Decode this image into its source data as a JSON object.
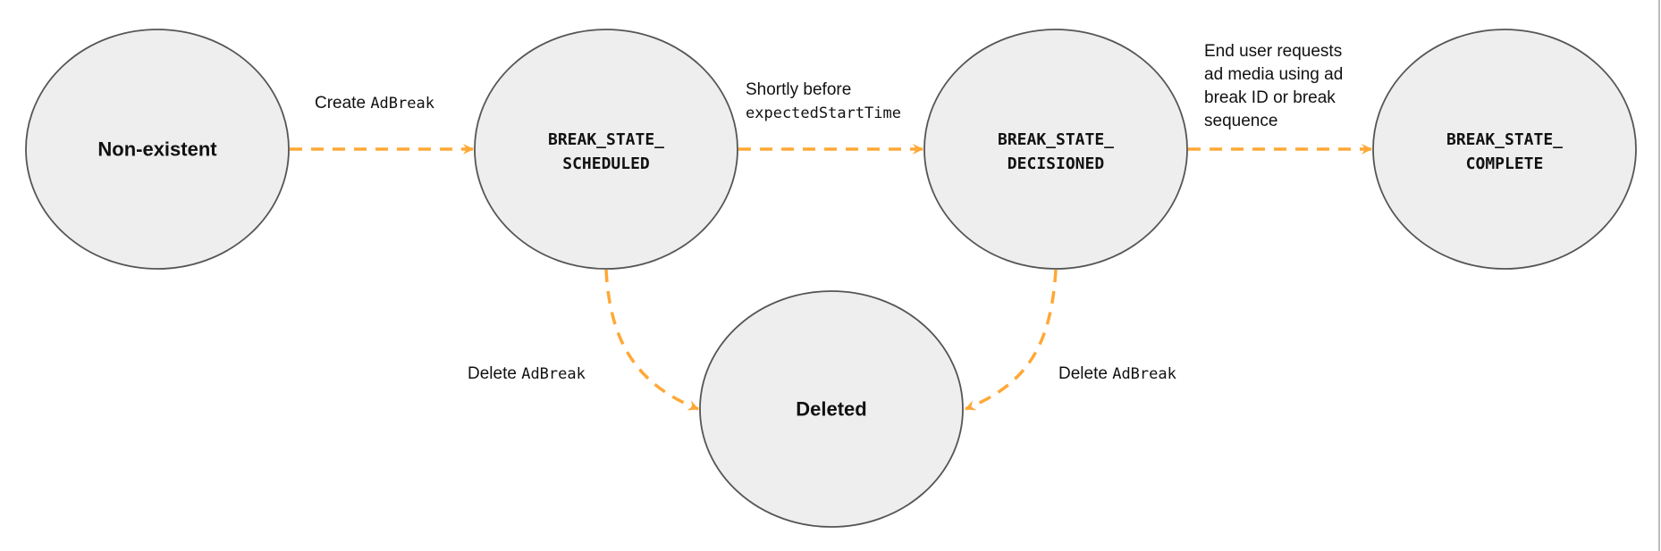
{
  "colors": {
    "arrow": "#FFA836",
    "node_fill": "#EEEEEE",
    "node_stroke": "#555555"
  },
  "states": {
    "nonexistent": "Non-existent",
    "scheduled": [
      "BREAK_STATE_",
      "SCHEDULED"
    ],
    "decisioned": [
      "BREAK_STATE_",
      "DECISIONED"
    ],
    "complete": [
      "BREAK_STATE_",
      "COMPLETE"
    ],
    "deleted": "Deleted"
  },
  "transitions": {
    "create": {
      "text": "Create ",
      "code": "AdBreak"
    },
    "shortly": {
      "text": "Shortly before",
      "code": "expectedStartTime"
    },
    "enduser": [
      "End user requests",
      "ad media using ad",
      "break ID or break",
      "sequence"
    ],
    "delete_left": {
      "text": "Delete ",
      "code": "AdBreak"
    },
    "delete_right": {
      "text": "Delete ",
      "code": "AdBreak"
    }
  }
}
